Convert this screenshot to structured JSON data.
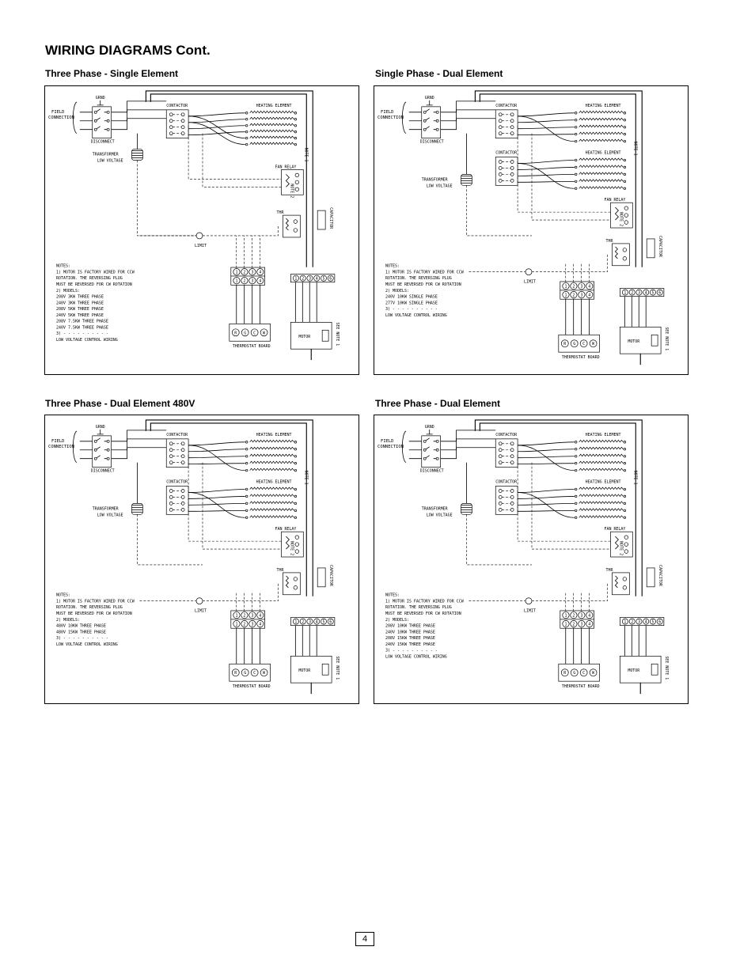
{
  "page": {
    "title": "WIRING DIAGRAMS Cont.",
    "page_number": "4"
  },
  "panels": [
    {
      "title": "Three Phase - Single Element",
      "labels": {
        "gnd": "GRND",
        "field": "FIELD",
        "connection": "CONNECTION",
        "disconnect": "DISCONNECT",
        "contactor": "CONTACTOR",
        "heating": "HEATING ELEMENT",
        "transformer": "TRANSFORMER",
        "low_voltage": "LOW VOLTAGE",
        "fan_relay": "FAN RELAY",
        "thr": "THR",
        "limit": "LIMIT",
        "capacitor": "CAPACITOR",
        "motor": "MOTOR",
        "see_note": "SEE NOTE 1",
        "thermostat": "THERMOSTAT BOARD",
        "note1": "NOTE 1",
        "note2": "NOTE 2"
      },
      "terminals_top": [
        "1",
        "2",
        "3",
        "4"
      ],
      "terminals_bottom": [
        "1",
        "2",
        "3",
        "4"
      ],
      "terminals_motor": [
        "1",
        "2",
        "3",
        "4",
        "5",
        "6"
      ],
      "thermostat_terms": [
        "R",
        "G",
        "C",
        "W"
      ],
      "notes": [
        "NOTES:",
        "1) MOTOR IS FACTORY WIRED FOR CCW",
        "   ROTATION.  THE REVERSING PLUG",
        "   MUST BE REVERSED FOR CW ROTATION",
        "2) MODELS:",
        "   208V 3KW THREE PHASE",
        "   240V 3KW THREE PHASE",
        "   208V 5KW THREE PHASE",
        "   240V 5KW THREE PHASE",
        "   208V 7.5KW THREE PHASE",
        "   240V 7.5KW THREE PHASE",
        "3) - - - - - - - - - -",
        "   LOW VOLTAGE CONTROL WIRING"
      ]
    },
    {
      "title": "Single Phase - Dual Element",
      "labels": {
        "gnd": "GRND",
        "field": "FIELD",
        "connection": "CONNECTION",
        "disconnect": "DISCONNECT",
        "contactor": "CONTACTOR",
        "contactor2": "CONTACTOR",
        "heating": "HEATING ELEMENT",
        "heating2": "HEATING ELEMENT",
        "transformer": "TRANSFORMER",
        "low_voltage": "LOW VOLTAGE",
        "fan_relay": "FAN RELAY",
        "thr": "THR",
        "limit": "LIMIT",
        "capacitor": "CAPACITOR",
        "motor": "MOTOR",
        "see_note": "SEE NOTE 1",
        "thermostat": "THERMOSTAT BOARD",
        "note1": "NOTE 1",
        "note2": "NOTE 2"
      },
      "terminals_top": [
        "1",
        "2",
        "3",
        "4"
      ],
      "terminals_bottom": [
        "1",
        "2",
        "3",
        "4"
      ],
      "terminals_motor": [
        "1",
        "2",
        "3",
        "4",
        "5",
        "6"
      ],
      "thermostat_terms": [
        "R",
        "G",
        "C",
        "W"
      ],
      "notes": [
        "NOTES:",
        "1) MOTOR IS FACTORY WIRED FOR CCW",
        "   ROTATION.  THE REVERSING PLUG",
        "   MUST BE REVERSED FOR CW ROTATION",
        "2) MODELS:",
        "   240V 10KW SINGLE PHASE",
        "   277V 10KW SINGLE PHASE",
        "3) - - - - - - - - - -",
        "   LOW VOLTAGE CONTROL WIRING"
      ]
    },
    {
      "title": "Three Phase - Dual Element 480V",
      "labels": {
        "gnd": "GRND",
        "field": "FIELD",
        "connection": "CONNECTION",
        "disconnect": "DISCONNECT",
        "contactor": "CONTACTOR",
        "contactor2": "CONTACTOR",
        "heating": "HEATING ELEMENT",
        "heating2": "HEATING ELEMENT",
        "transformer": "TRANSFORMER",
        "low_voltage": "LOW VOLTAGE",
        "fan_relay": "FAN RELAY",
        "thr": "THR",
        "limit": "LIMIT",
        "capacitor": "CAPACITOR",
        "motor": "MOTOR",
        "see_note": "SEE NOTE 1",
        "thermostat": "THERMOSTAT BOARD",
        "note1": "NOTE 1",
        "note2": "NOTE 2"
      },
      "terminals_top": [
        "1",
        "2",
        "3",
        "4"
      ],
      "terminals_bottom": [
        "1",
        "2",
        "3",
        "4"
      ],
      "terminals_motor": [
        "1",
        "2",
        "3",
        "4",
        "5",
        "6"
      ],
      "thermostat_terms": [
        "R",
        "G",
        "C",
        "W"
      ],
      "notes": [
        "NOTES:",
        "1) MOTOR IS FACTORY WIRED FOR CCW",
        "   ROTATION.  THE REVERSING PLUG",
        "   MUST BE REVERSED FOR CW ROTATION",
        "2) MODELS:",
        "   480V 10KW THREE PHASE",
        "   480V 15KW THREE PHASE",
        "3) - - - - - - - - - -",
        "   LOW VOLTAGE CONTROL WIRING"
      ]
    },
    {
      "title": "Three Phase - Dual Element",
      "labels": {
        "gnd": "GRND",
        "field": "FIELD",
        "connection": "CONNECTION",
        "disconnect": "DISCONNECT",
        "contactor": "CONTACTOR",
        "contactor2": "CONTACTOR",
        "heating": "HEATING ELEMENT",
        "heating2": "HEATING ELEMENT",
        "transformer": "TRANSFORMER",
        "low_voltage": "LOW VOLTAGE",
        "fan_relay": "FAN RELAY",
        "thr": "THR",
        "limit": "LIMIT",
        "capacitor": "CAPACITOR",
        "motor": "MOTOR",
        "see_note": "SEE NOTE 1",
        "thermostat": "THERMOSTAT BOARD",
        "note1": "NOTE 1",
        "note2": "NOTE 2"
      },
      "terminals_top": [
        "1",
        "2",
        "3",
        "4"
      ],
      "terminals_bottom": [
        "1",
        "2",
        "3",
        "4"
      ],
      "terminals_motor": [
        "1",
        "2",
        "3",
        "4",
        "5",
        "6"
      ],
      "thermostat_terms": [
        "R",
        "G",
        "C",
        "W"
      ],
      "notes": [
        "NOTES:",
        "1) MOTOR IS FACTORY WIRED FOR CCW",
        "   ROTATION.  THE REVERSING PLUG",
        "   MUST BE REVERSED FOR CW ROTATION",
        "2) MODELS:",
        "   208V 10KW THREE PHASE",
        "   240V 10KW THREE PHASE",
        "   208V 15KW THREE PHASE",
        "   240V 15KW THREE PHASE",
        "3) - - - - - - - - - -",
        "   LOW VOLTAGE CONTROL WIRING"
      ]
    }
  ]
}
